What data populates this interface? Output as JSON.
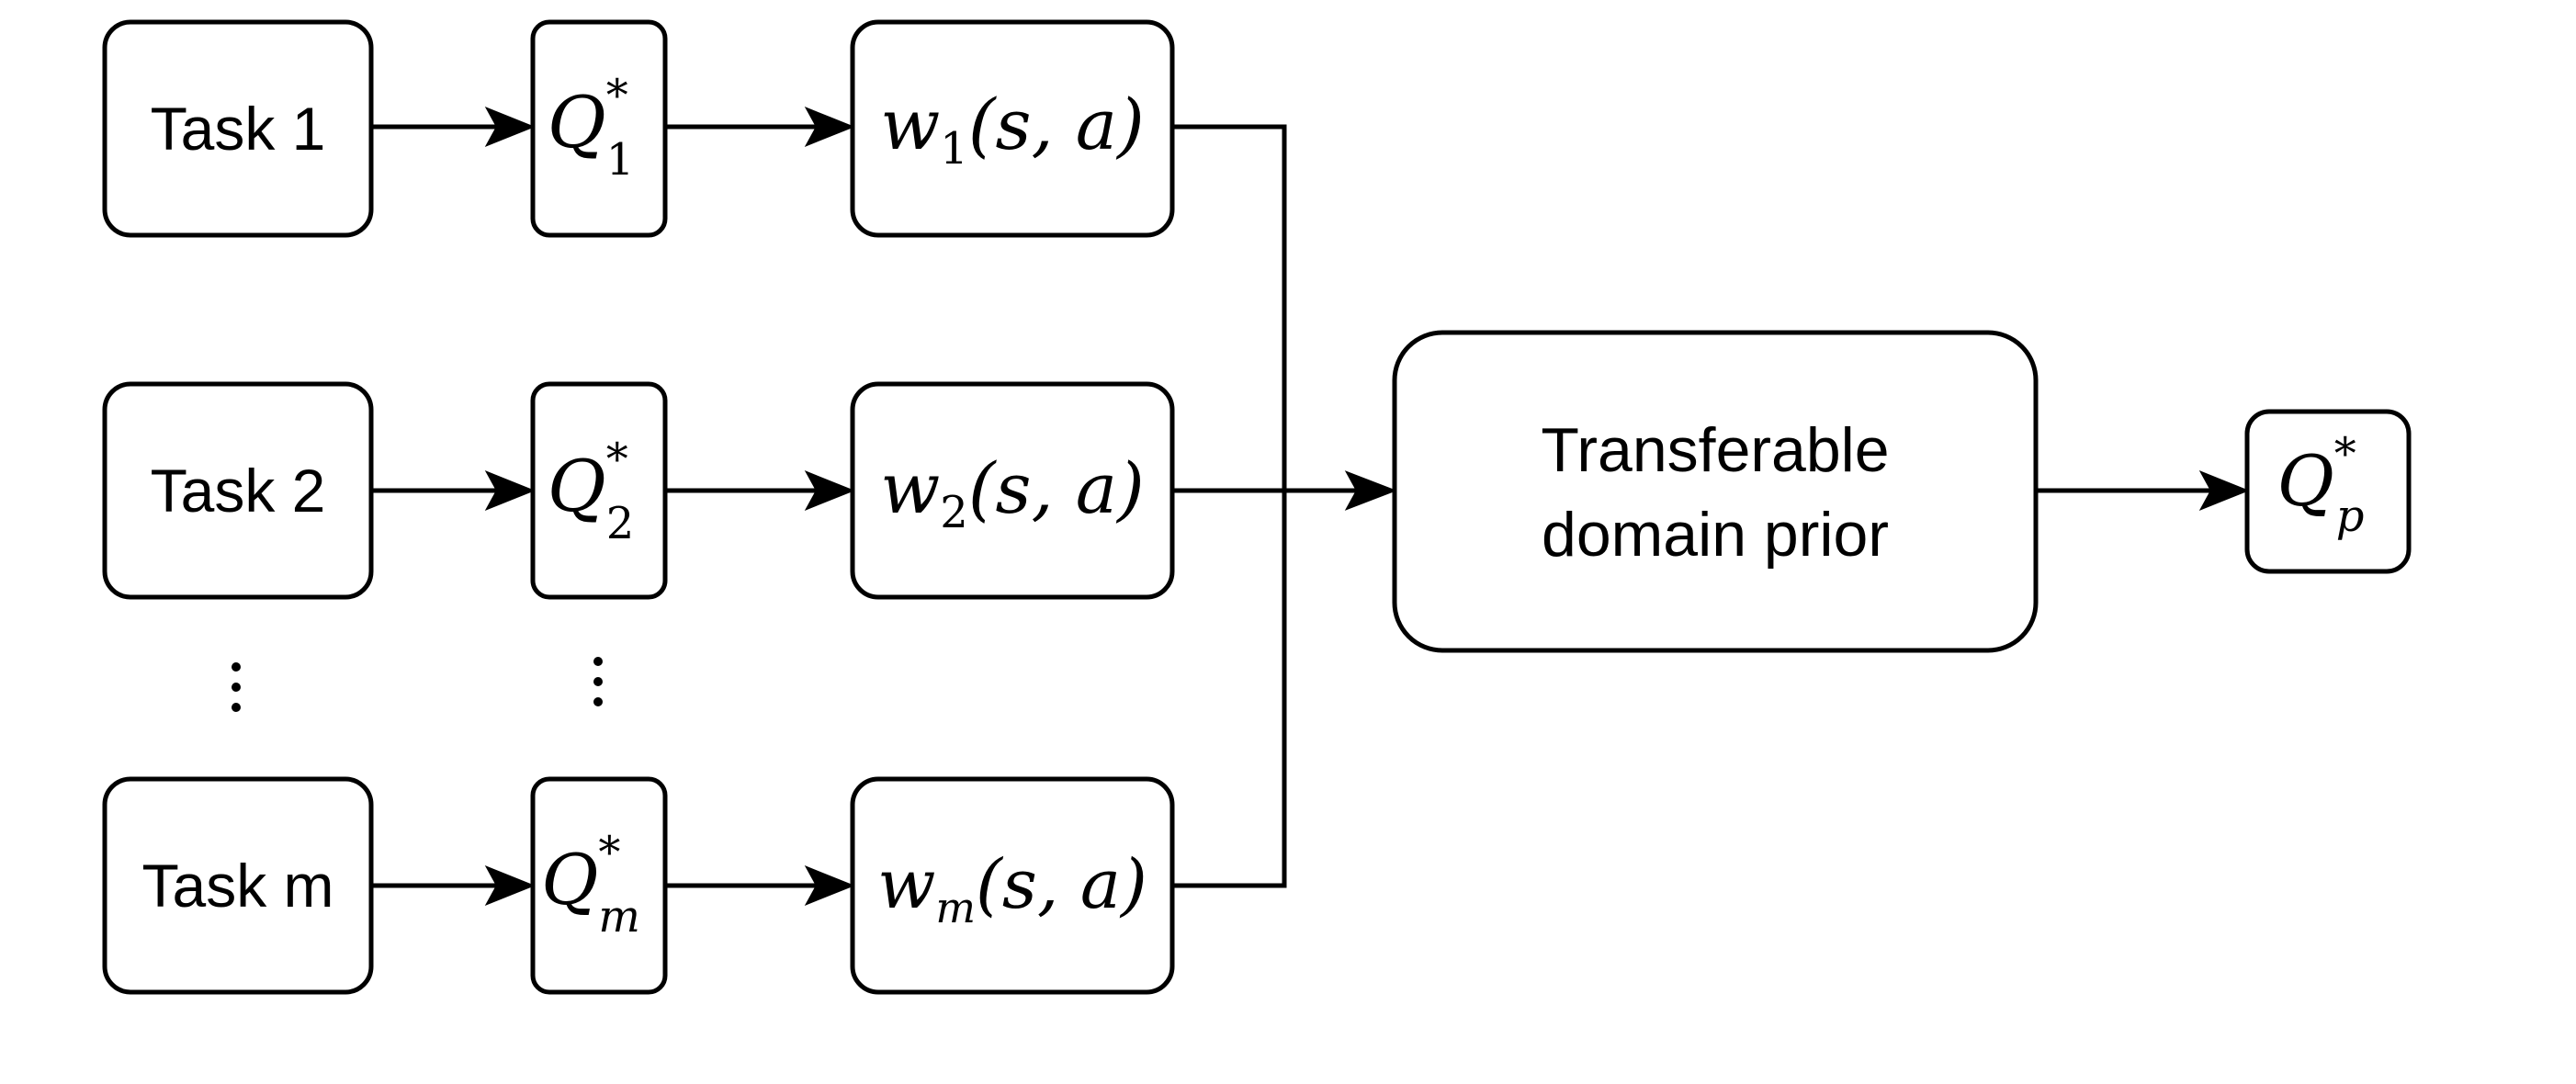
{
  "tasks": [
    {
      "label": "Task 1",
      "q_base": "Q",
      "q_sup": "*",
      "q_sub": "1",
      "w_base": "w",
      "w_sub": "1",
      "w_args": "(s, a)"
    },
    {
      "label": "Task 2",
      "q_base": "Q",
      "q_sup": "*",
      "q_sub": "2",
      "w_base": "w",
      "w_sub": "2",
      "w_args": "(s, a)"
    },
    {
      "label": "Task m",
      "q_base": "Q",
      "q_sup": "*",
      "q_sub": "m",
      "w_base": "w",
      "w_sub": "m",
      "w_args": "(s, a)"
    }
  ],
  "prior": {
    "line1": "Transferable",
    "line2": "domain prior"
  },
  "output": {
    "base": "Q",
    "sup": "*",
    "sub": "p"
  }
}
